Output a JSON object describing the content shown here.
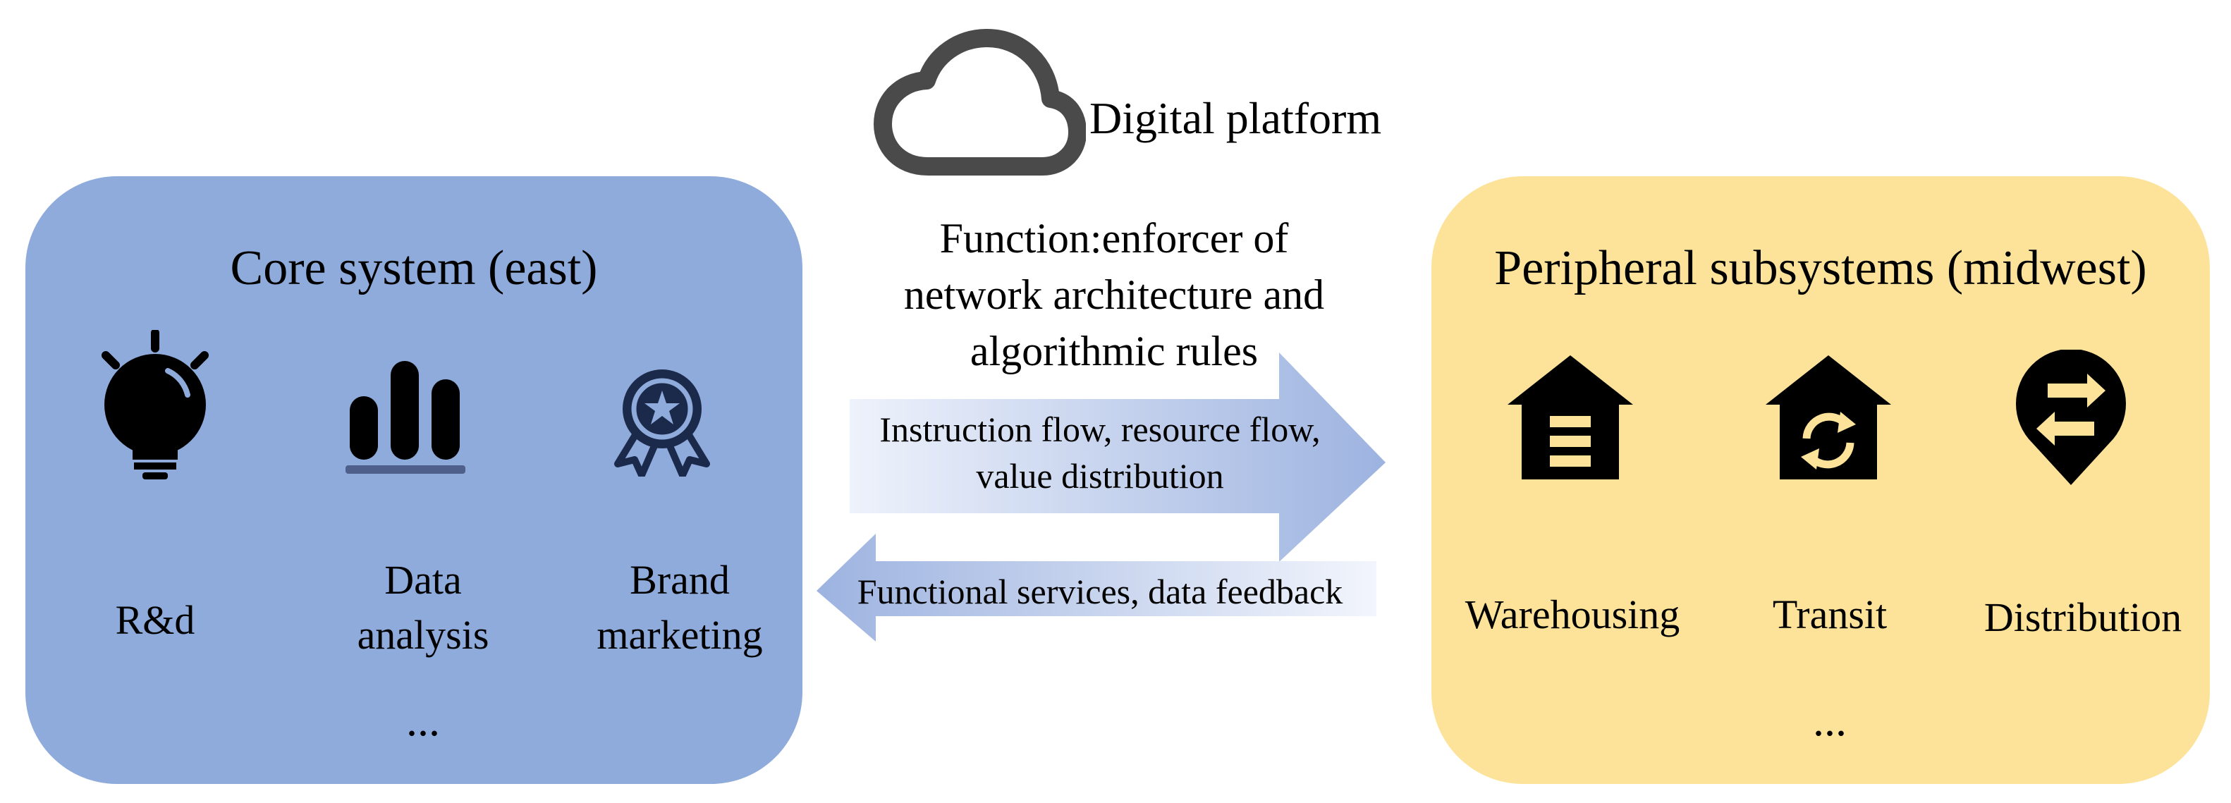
{
  "platform": {
    "label": "Digital platform",
    "function_lines": [
      "Function:enforcer of",
      "network architecture and",
      "algorithmic rules"
    ],
    "icon": "cloud-icon"
  },
  "flows": {
    "forward_lines": [
      "Instruction flow, resource flow,",
      "value distribution"
    ],
    "backward": "Functional services, data feedback"
  },
  "core": {
    "title": "Core system (east)",
    "color": "#8eabdc",
    "items": [
      {
        "label": "R&d",
        "icon": "lightbulb-icon"
      },
      {
        "label": "Data\nanalysis",
        "icon": "bar-chart-icon"
      },
      {
        "label": "Brand\nmarketing",
        "icon": "award-badge-icon"
      }
    ],
    "ellipsis": "..."
  },
  "peripheral": {
    "title": "Peripheral subsystems (midwest)",
    "color": "#fde39a",
    "items": [
      {
        "label": "Warehousing",
        "icon": "warehouse-icon"
      },
      {
        "label": "Transit",
        "icon": "transit-house-icon"
      },
      {
        "label": "Distribution",
        "icon": "distribution-pin-icon"
      }
    ],
    "ellipsis": "..."
  }
}
